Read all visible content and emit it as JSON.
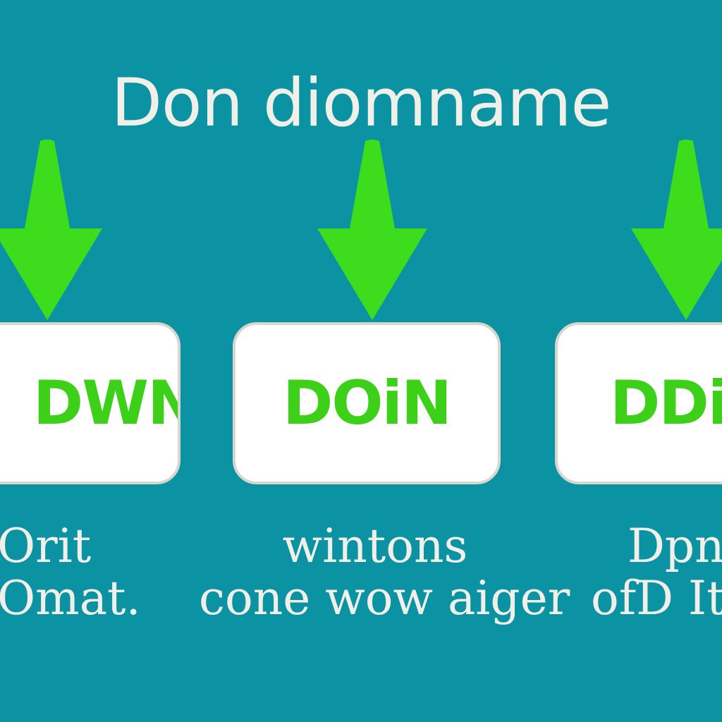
{
  "title": "Don diomname",
  "colors": {
    "background": "#0C93A3",
    "arrow": "#3DDC1C",
    "box_fill": "#FFFFFF",
    "box_text": "#3CD019",
    "title_text": "#F1F0E8"
  },
  "columns": [
    {
      "arrow_icon": "down-arrow-icon",
      "box_label": "DWN",
      "caption_lines": [
        "Orit",
        "Omat."
      ]
    },
    {
      "arrow_icon": "down-arrow-icon",
      "box_label": "DOiN",
      "caption_lines": [
        "wintons",
        "cone wow aiger"
      ]
    },
    {
      "arrow_icon": "down-arrow-icon",
      "box_label": "DDi",
      "caption_lines": [
        "Dpn",
        "ofD Iti"
      ]
    }
  ]
}
